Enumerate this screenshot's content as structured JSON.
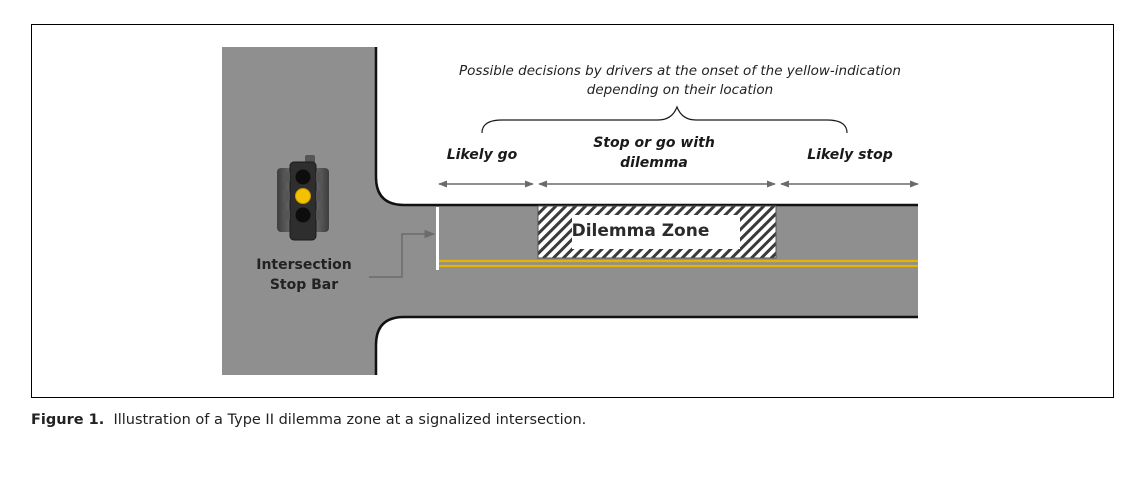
{
  "diagram": {
    "decisions_caption": "Possible decisions by drivers at the onset of the yellow-indication depending on their location",
    "zones": {
      "go": "Likely go",
      "dilemma": "Stop or go with dilemma",
      "stop": "Likely stop"
    },
    "dilemma_zone_label": "Dilemma Zone",
    "stop_bar_label": "Intersection Stop Bar",
    "traffic_light": {
      "lit_lamp": "yellow",
      "lamps": [
        "red",
        "yellow",
        "green"
      ]
    },
    "colors": {
      "road": "#8f8f8f",
      "lane_marking": "#e6b400",
      "signal_yellow": "#f2c200",
      "arrow": "#6b6b6b"
    }
  },
  "figure": {
    "label": "Figure 1.",
    "caption": "Illustration of a Type II dilemma zone at a signalized intersection."
  }
}
